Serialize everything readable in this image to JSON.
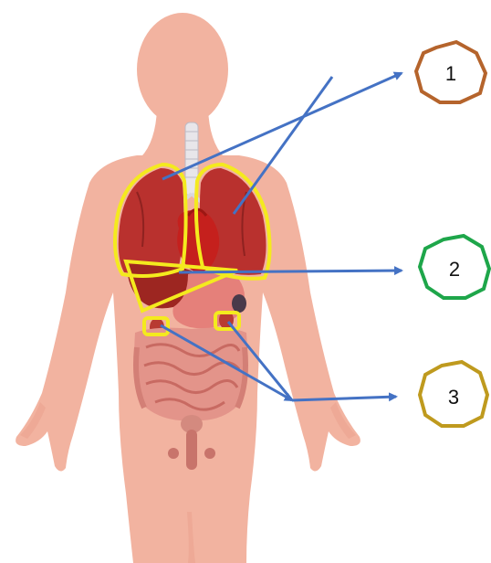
{
  "labels": [
    {
      "id": "1",
      "text": "1",
      "color": "#b5642c"
    },
    {
      "id": "2",
      "text": "2",
      "color": "#1ea64a"
    },
    {
      "id": "3",
      "text": "3",
      "color": "#bf9a1e"
    }
  ],
  "colors": {
    "skin": "#f2b3a0",
    "skin_shadow": "#e9a08b",
    "lung": "#b9312e",
    "lung_light": "#cf4b43",
    "heart": "#c5201d",
    "liver": "#9d2621",
    "stomach": "#e5807a",
    "intestine": "#e3948a",
    "highlight_outline": "#f4ea1e",
    "arrow": "#4472c4"
  }
}
